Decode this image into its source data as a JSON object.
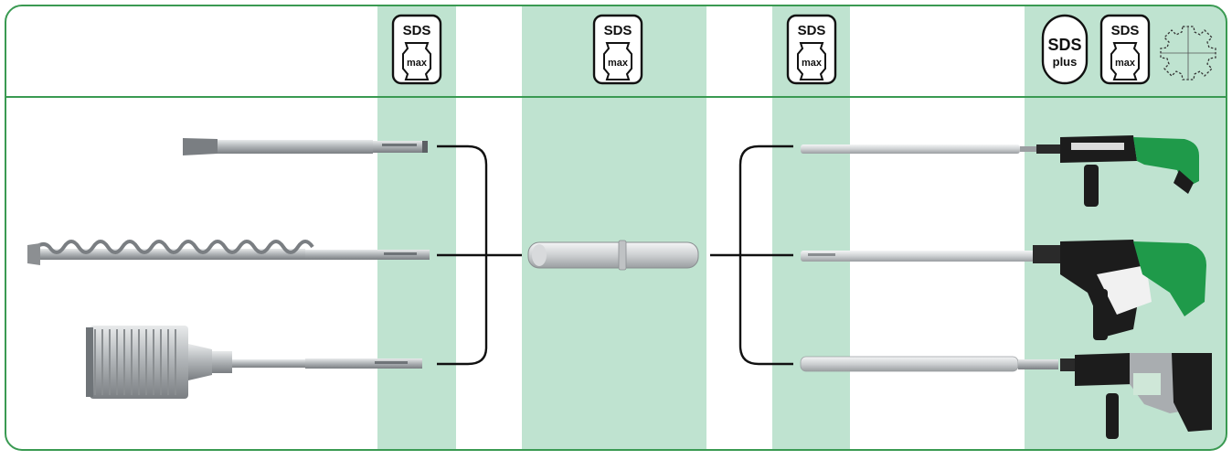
{
  "colors": {
    "frame": "#3a9a52",
    "column": "#bfe3d0",
    "line": "#111111",
    "steel": "#a9adb0",
    "steel_dark": "#6f7478",
    "tool_green": "#1f9a4a",
    "tool_black": "#1c1c1c"
  },
  "badges": {
    "sds": "SDS",
    "max": "max",
    "sds_plus_top": "SDS",
    "sds_plus_bottom": "plus"
  },
  "left_tools": [
    "flat-chisel",
    "hammer-drill-bit",
    "core-bit"
  ],
  "center_part": "adapter-sleeve",
  "right_tools": [
    {
      "shank": "extension-rod",
      "machine": "sds-plus-rotary-hammer"
    },
    {
      "shank": "extension-rod",
      "machine": "sds-max-rotary-hammer"
    },
    {
      "shank": "extension-rod",
      "machine": "hex-demolition-hammer"
    }
  ],
  "header_icons": [
    "sds-max-badge-1",
    "sds-max-badge-2",
    "sds-max-badge-3",
    "sds-plus-badge",
    "sds-max-badge-4",
    "hex-shank-gear-icon"
  ]
}
